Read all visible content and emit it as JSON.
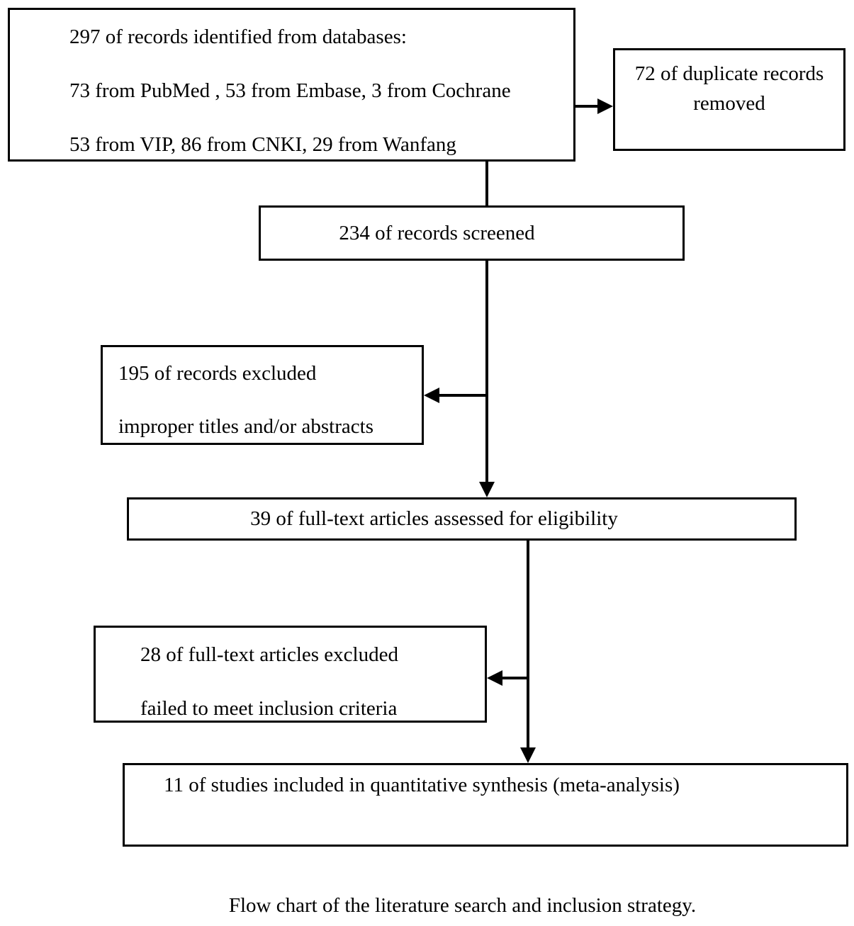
{
  "diagram": {
    "boxes": {
      "identified": {
        "lines": [
          "297 of records identified from databases:",
          "73 from PubMed , 53 from Embase, 3 from Cochrane",
          "53 from VIP, 86 from CNKI, 29 from Wanfang"
        ]
      },
      "duplicates": {
        "lines": [
          "72 of duplicate records",
          "removed"
        ]
      },
      "screened": {
        "lines": [
          "234 of records screened"
        ]
      },
      "records_excluded": {
        "lines": [
          "195 of records excluded",
          "improper titles and/or abstracts"
        ]
      },
      "assessed": {
        "lines": [
          "39 of full-text articles assessed for eligibility"
        ]
      },
      "fulltext_excluded": {
        "lines": [
          "28 of full-text articles excluded",
          "failed to meet inclusion criteria"
        ]
      },
      "included": {
        "lines": [
          "11 of studies included in quantitative synthesis (meta-analysis)"
        ]
      }
    },
    "edges": [
      {
        "from": "identified",
        "to": "duplicates",
        "direction": "right"
      },
      {
        "from": "identified",
        "to": "screened",
        "direction": "down"
      },
      {
        "from": "screened",
        "to": "records_excluded",
        "direction": "left"
      },
      {
        "from": "screened",
        "to": "assessed",
        "direction": "down"
      },
      {
        "from": "assessed",
        "to": "fulltext_excluded",
        "direction": "left"
      },
      {
        "from": "assessed",
        "to": "included",
        "direction": "down"
      }
    ],
    "caption": "Flow chart of the literature search and inclusion strategy.",
    "colors": {
      "ink": "#000000",
      "paper": "#ffffff"
    }
  }
}
